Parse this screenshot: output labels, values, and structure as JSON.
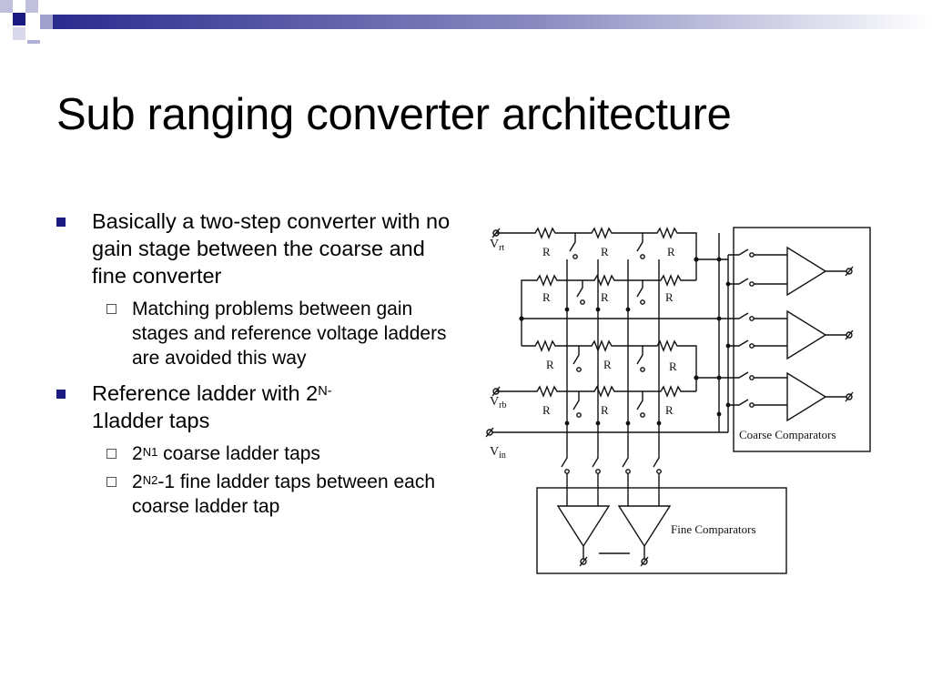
{
  "slide": {
    "title": "Sub ranging converter architecture",
    "bullets": [
      {
        "text": "Basically a two-step converter with no gain stage between the coarse and fine converter",
        "sub": [
          {
            "text": "Matching problems between gain stages and reference voltage ladders are avoided this way"
          }
        ]
      },
      {
        "text_pre": "Reference ladder with  2",
        "sup": "N-",
        "text_post": "1ladder taps",
        "sub": [
          {
            "pre": "2",
            "sup": "N1",
            "post": " coarse ladder taps"
          },
          {
            "pre": "2",
            "sup": "N2",
            "post": "-1 fine ladder taps between each coarse ladder tap"
          }
        ]
      }
    ]
  },
  "diagram": {
    "labels": {
      "vrt": "V",
      "vrt_sub": "rt",
      "vrb": "V",
      "vrb_sub": "rb",
      "vin": "V",
      "vin_sub": "in",
      "resistor": "R",
      "coarse": "Coarse Comparators",
      "fine": "Fine Comparators"
    }
  }
}
